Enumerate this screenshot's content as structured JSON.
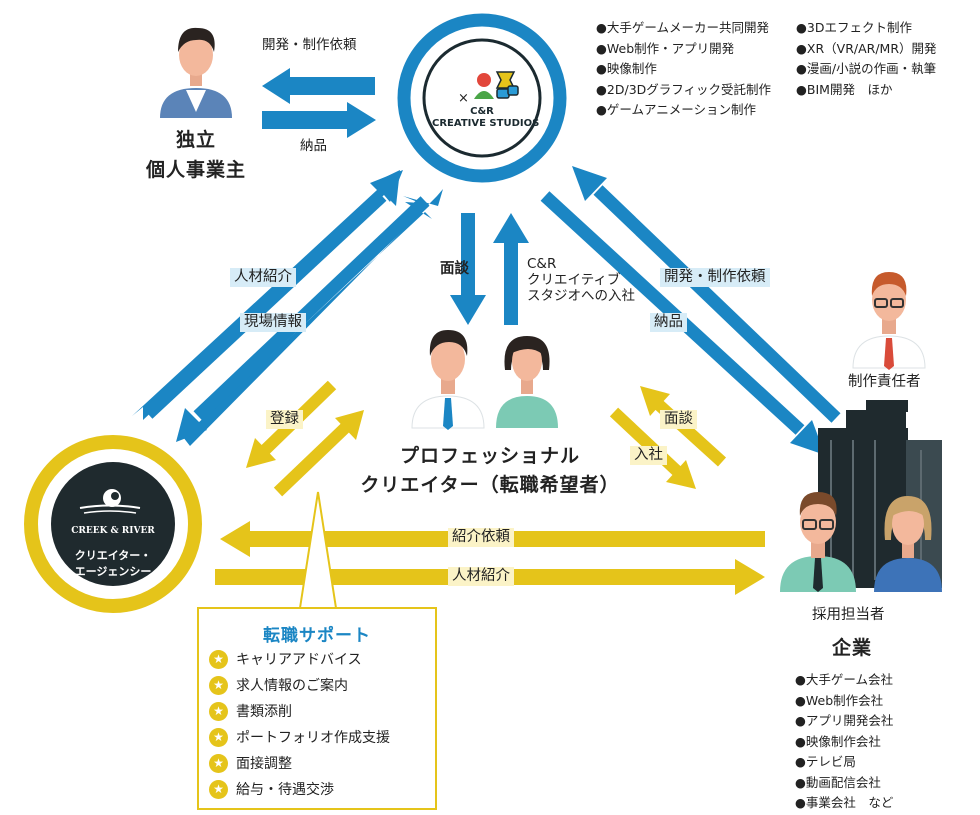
{
  "studio": {
    "name_line1": "C&R",
    "name_line2": "CREATIVE STUDIOS",
    "services_left": [
      "●大手ゲームメーカー共同開発",
      "●Web制作・アプリ開発",
      "●映像制作",
      "●2D/3Dグラフィック受託制作",
      "●ゲームアニメーション制作"
    ],
    "services_right": [
      "●3Dエフェクト制作",
      "●XR（VR/AR/MR）開発",
      "●漫画/小説の作画・執筆",
      "●BIM開発　ほか"
    ]
  },
  "freelancer": {
    "line1": "独立",
    "line2": "個人事業主",
    "request_label": "開発・制作依頼",
    "deliver_label": "納品"
  },
  "agency": {
    "brand": "CREEK & RIVER",
    "line1": "クリエイター・",
    "line2": "エージェンシー"
  },
  "creator": {
    "line1": "プロフェッショナル",
    "line2": "クリエイター（転職希望者）",
    "interview_label": "面談",
    "join_label": [
      "C&R",
      "クリエイティブ",
      "スタジオへの入社"
    ],
    "register_label": "登録",
    "company_interview_label": "面談",
    "company_join_label": "入社"
  },
  "links": {
    "talent_intro": "人材紹介",
    "site_info": "現場情報",
    "dev_request": "開発・制作依頼",
    "deliver": "納品",
    "intro_request": "紹介依頼",
    "talent_intro_bottom": "人材紹介"
  },
  "company": {
    "manager_label": "制作責任者",
    "hr_label": "採用担当者",
    "title": "企業",
    "types": [
      "●大手ゲーム会社",
      "●Web制作会社",
      "●アプリ開発会社",
      "●映像制作会社",
      "●テレビ局",
      "●動画配信会社",
      "●事業会社　など"
    ]
  },
  "support": {
    "title": "転職サポート",
    "items": [
      "キャリアアドバイス",
      "求人情報のご案内",
      "書類添削",
      "ポートフォリオ作成支援",
      "面接調整",
      "給与・待遇交渉"
    ]
  },
  "colors": {
    "blue": "#1b86c4",
    "yellow": "#e5c41a",
    "dark": "#1f2a2e"
  }
}
